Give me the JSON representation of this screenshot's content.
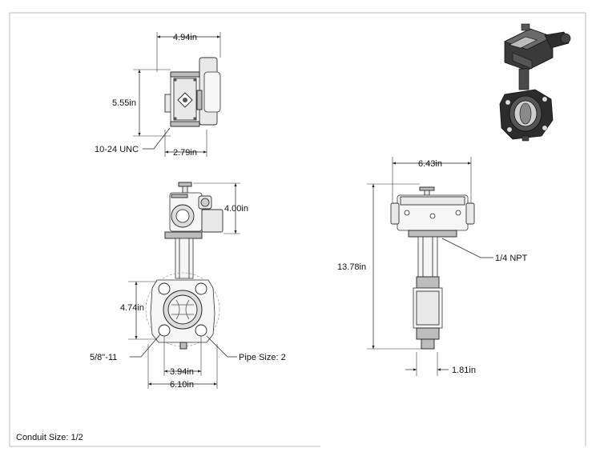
{
  "dimensions": {
    "top_width": "4.94in",
    "top_height": "5.55in",
    "top_thread": "10-24 UNC",
    "top_depth": "2.79in",
    "front_actuator_height": "4.00in",
    "front_bolt_circle": "4.74in",
    "front_thread": "5/8\"-11",
    "front_pipe_size": "Pipe Size: 2",
    "front_inner_width": "3.94in",
    "front_outer_width": "6.10in",
    "side_width": "6.43in",
    "side_port": "1/4 NPT",
    "side_total_height": "13.78in",
    "side_stem_width": "1.81in"
  },
  "notes": {
    "conduit_size": "Conduit Size: 1/2"
  }
}
